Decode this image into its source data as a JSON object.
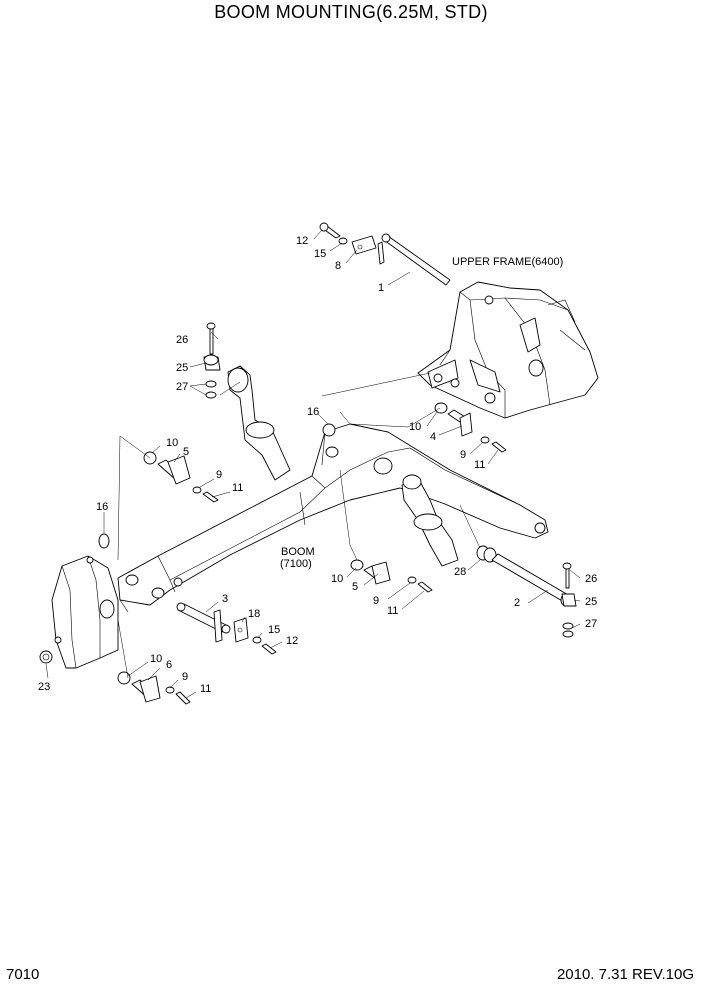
{
  "title": "BOOM MOUNTING(6.25M, STD)",
  "page_number": "7010",
  "revision": "2010. 7.31  REV.10G",
  "assemblies": {
    "upper_frame": "UPPER FRAME(6400)",
    "boom_name": "BOOM",
    "boom_code": "(7100)"
  },
  "callouts": {
    "c12a": "12",
    "c15a": "15",
    "c8": "8",
    "c1": "1",
    "c26a": "26",
    "c25a": "25",
    "c27a": "27",
    "c16a": "16",
    "c10a": "10",
    "c4": "4",
    "c9a": "9",
    "c11a": "11",
    "c10b": "10",
    "c5a": "5",
    "c9b": "9",
    "c11b": "11",
    "c16b": "16",
    "c10c": "10",
    "c5b": "5",
    "c9c": "9",
    "c11c": "11",
    "c28": "28",
    "c26b": "26",
    "c2": "2",
    "c25b": "25",
    "c27b": "27",
    "c3": "3",
    "c18": "18",
    "c15b": "15",
    "c12b": "12",
    "c10d": "10",
    "c6": "6",
    "c9d": "9",
    "c11d": "11",
    "c23": "23"
  }
}
